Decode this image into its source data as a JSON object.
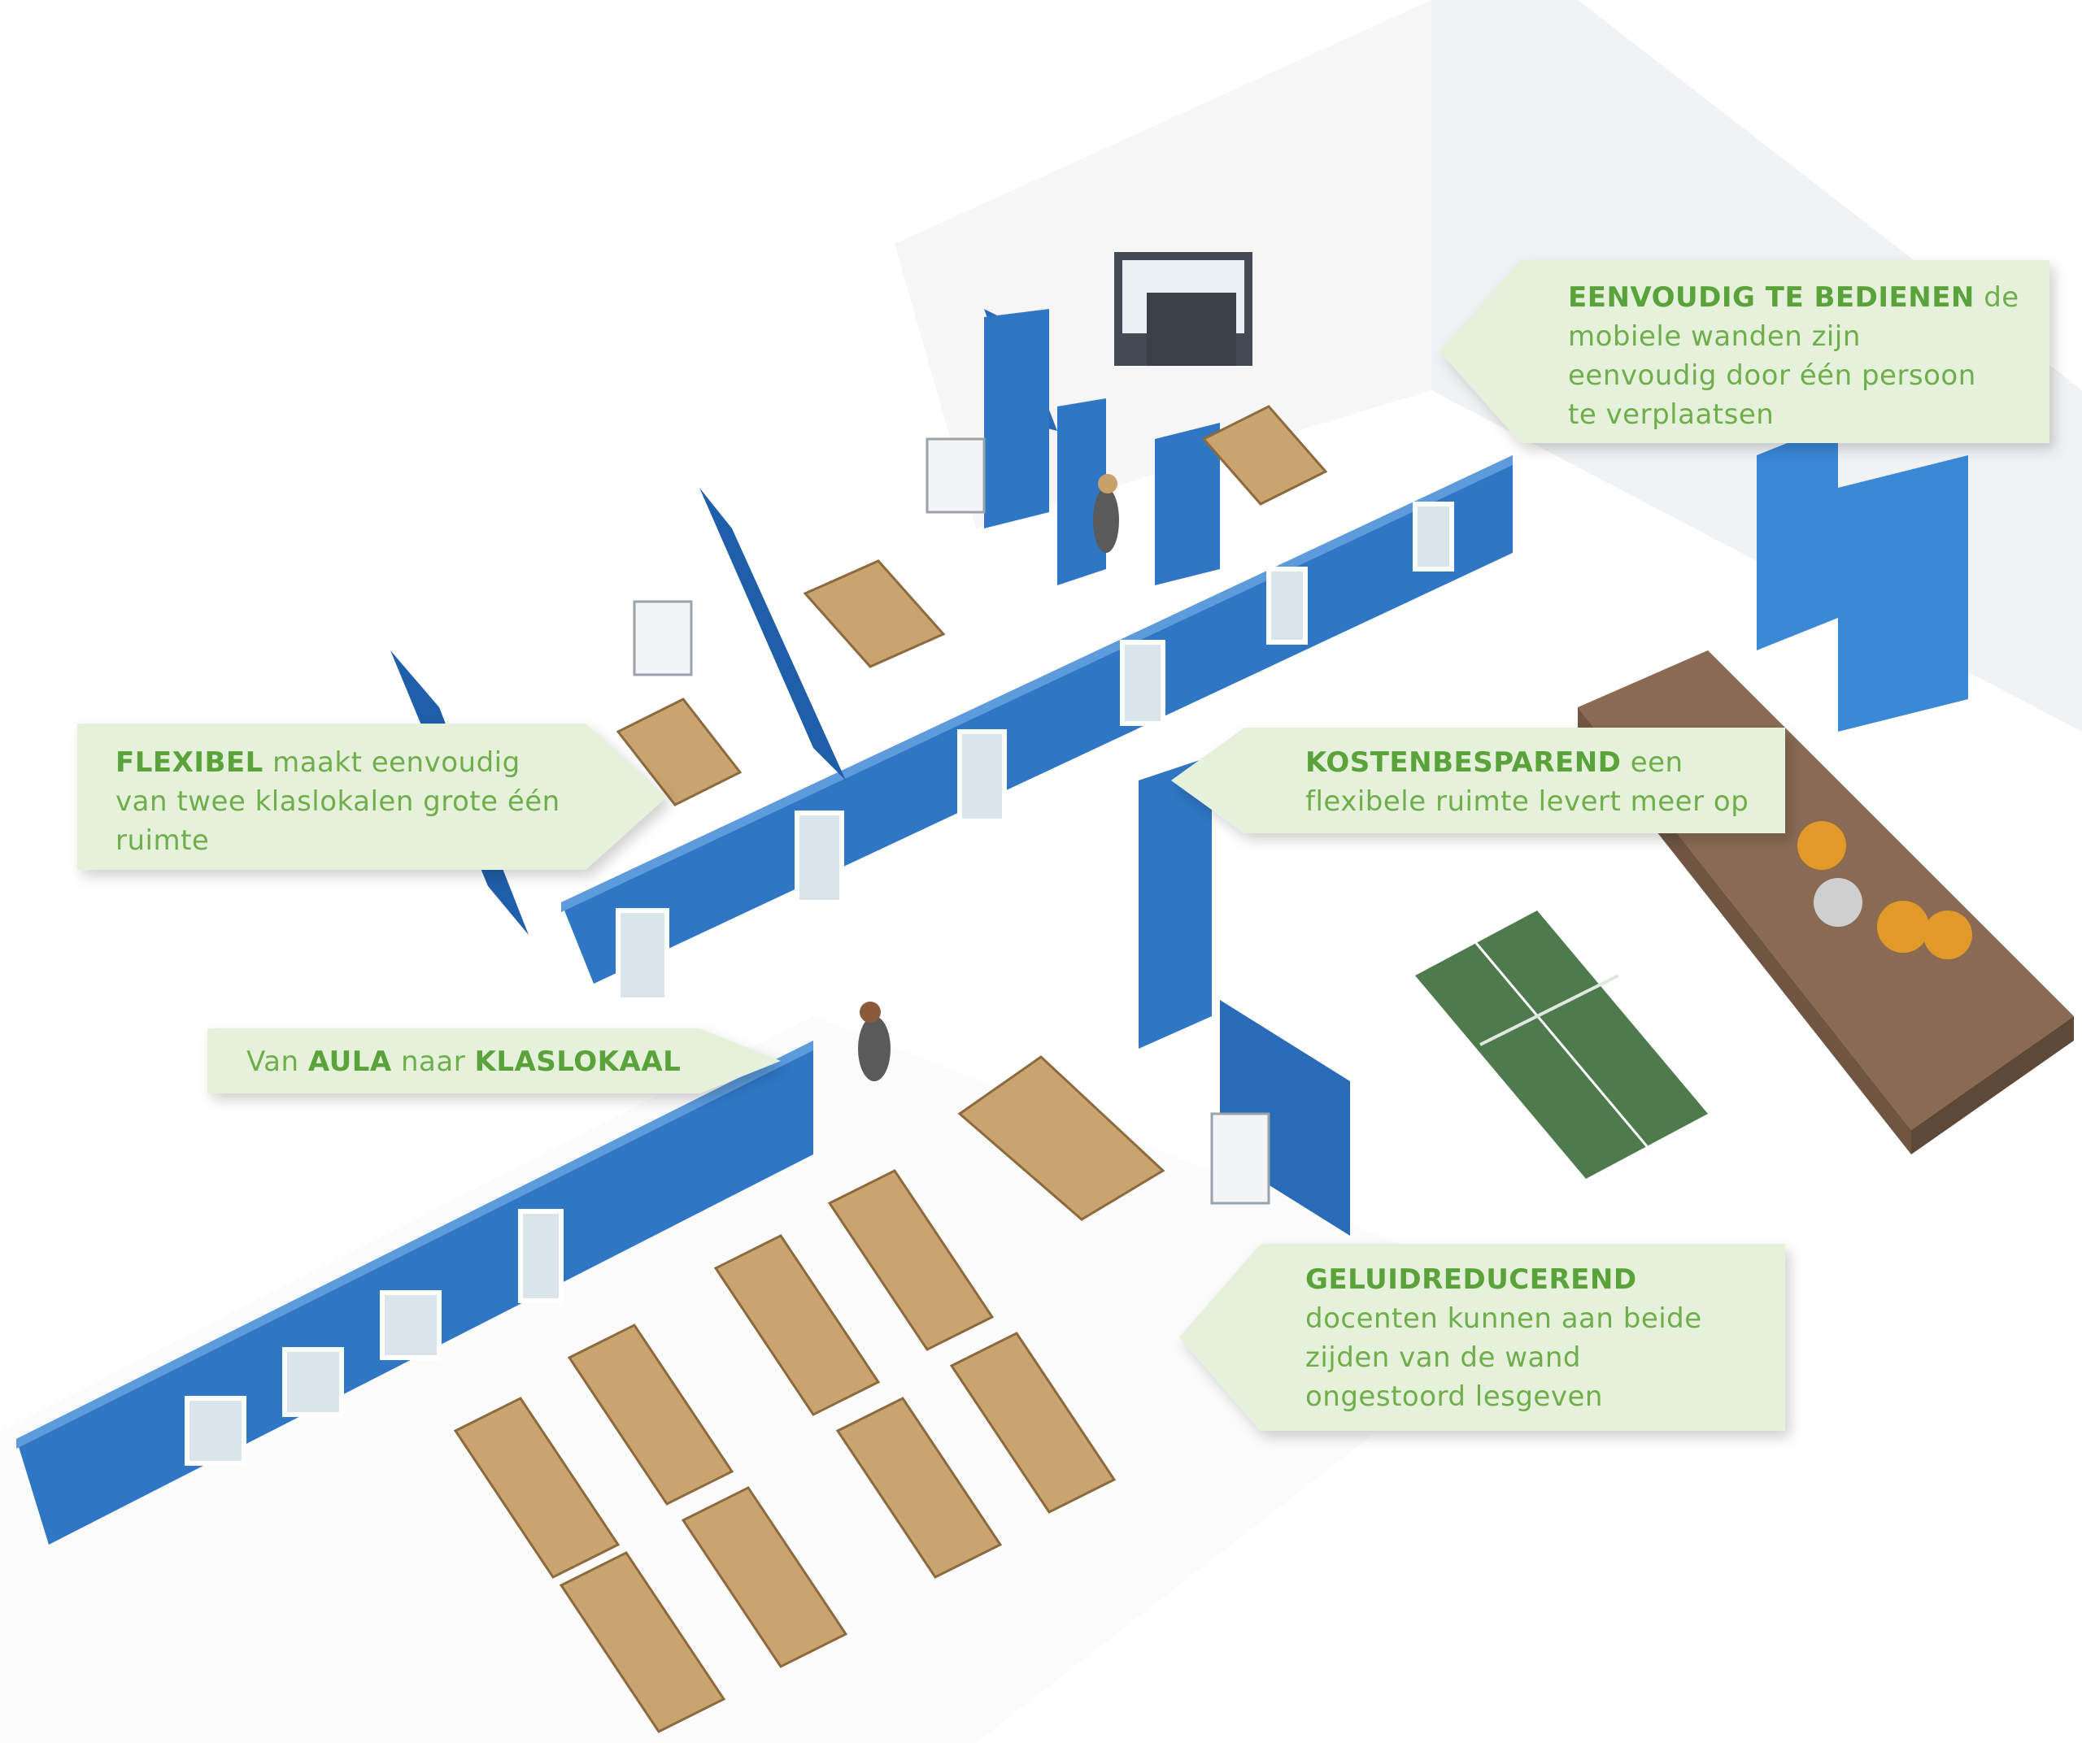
{
  "colors": {
    "wall_blue": "#2f76c4",
    "wall_blue_dark": "#1f5ea8",
    "callout_bg": "#e6f1dc",
    "callout_text": "#6fae4a",
    "wood": "#c9a46f",
    "floor_wood": "#8a6a52",
    "pingpong_green": "#4f7a4e"
  },
  "callouts": {
    "eenvoudig": {
      "title": "EENVOUDIG TE BEDIENEN",
      "line1_rest": " de",
      "line2": "mobiele wanden zijn",
      "line3": "eenvoudig door één persoon",
      "line4": "te verplaatsen"
    },
    "flexibel": {
      "title": "FLEXIBEL",
      "line1_rest": " maakt eenvoudig",
      "line2": "van twee klaslokalen grote één",
      "line3": "ruimte"
    },
    "kosten": {
      "title": "KOSTENBESPAREND",
      "line1_rest": " een",
      "line2": "flexibele ruimte levert meer op"
    },
    "aula": {
      "pre": "Van ",
      "word1": "AULA",
      "mid": " naar ",
      "word2": "KLASLOKAAL"
    },
    "geluid": {
      "title": "GELUIDREDUCEREND",
      "line2": "docenten kunnen aan beide",
      "line3": "zijden van de wand",
      "line4": "ongestoord lesgeven"
    }
  }
}
